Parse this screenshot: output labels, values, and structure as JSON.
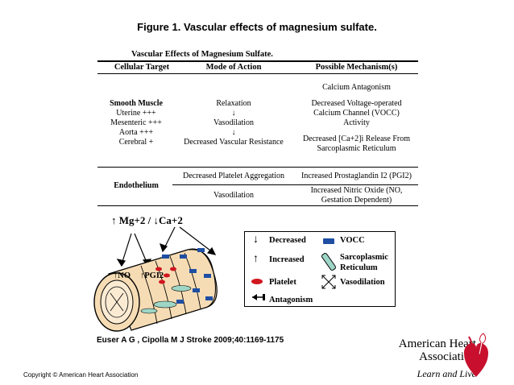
{
  "title": "Figure 1. Vascular effects of magnesium sulfate.",
  "table": {
    "title": "Vascular Effects of Magnesium Sulfate.",
    "headers": [
      "Cellular Target",
      "Mode of Action",
      "Possible Mechanism(s)"
    ],
    "smooth_muscle": {
      "target_title": "Smooth Muscle",
      "targets": [
        "Uterine +++",
        "Mesenteric +++",
        "Aorta +++",
        "Cerebral +"
      ],
      "actions": [
        "Relaxation",
        "↓",
        "Vasodilation",
        "↓",
        "Decreased Vascular Resistance"
      ],
      "mechanisms": [
        "Calcium Antagonism",
        "Decreased Voltage-operated",
        "Calcium Channel (VOCC)",
        "Activity",
        "Decreased [Ca+2]i Release From",
        "Sarcoplasmic Reticulum"
      ]
    },
    "endothelium": {
      "target_title": "Endothelium",
      "actions": [
        "Decreased Platelet Aggregation",
        "Vasodilation"
      ],
      "mechanisms": [
        "Increased Prostaglandin I2 (PGI2)",
        "Increased Nitric Oxide (NO,",
        "Gestation Dependent)"
      ]
    }
  },
  "diagram": {
    "top_label": "↑ Mg+2 / ↓Ca+2",
    "no_label": "↑NO",
    "pgi_label": "↑PGI2"
  },
  "legend": {
    "decreased": "Decreased",
    "increased": "Increased",
    "platelet": "Platelet",
    "antagonism": "Antagonism",
    "vocc": "VOCC",
    "sarcoplasmic_1": "Sarcoplasmic",
    "sarcoplasmic_2": "Reticulum",
    "vasodilation": "Vasodilation"
  },
  "citation": "Euser A G , Cipolla M J Stroke 2009;40:1169-1175",
  "copyright": "Copyright © American Heart Association",
  "logo": {
    "line1": "American Heart",
    "line2": "Association",
    "tagline": "Learn and Live"
  },
  "colors": {
    "vessel": "#f6dcb4",
    "vocc": "#1f4ea3",
    "platelet": "#d0171f",
    "sr": "#9ed6c6",
    "logo_red": "#c8102e"
  }
}
